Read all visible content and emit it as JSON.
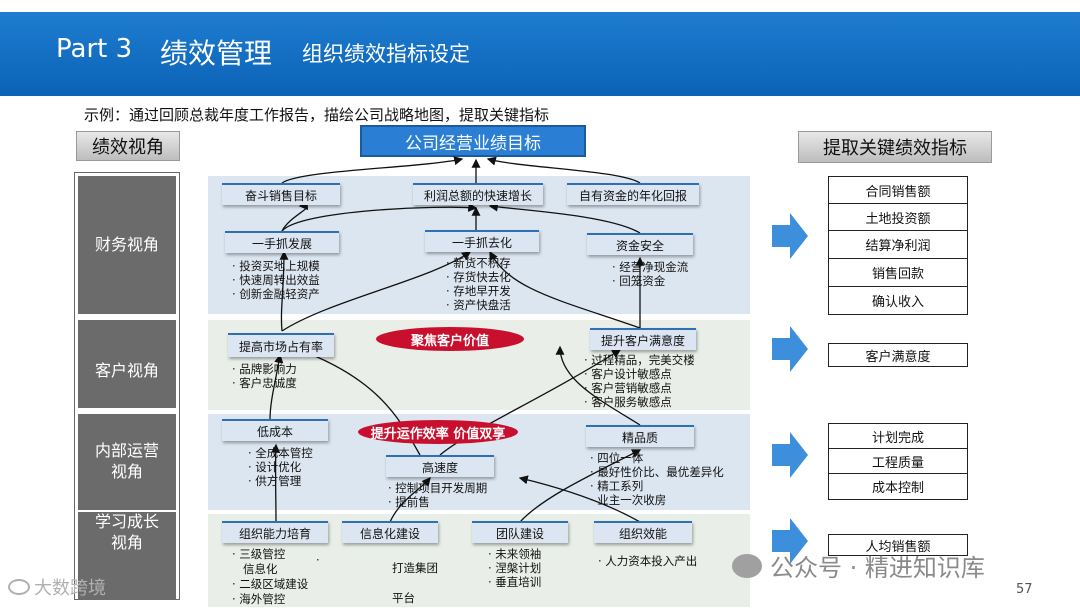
{
  "header": {
    "part": "Part 3",
    "section": "绩效管理",
    "subtitle": "组织绩效指标设定"
  },
  "intro": "示例：通过回顾总裁年度工作报告，描绘公司战略地图，提取关键指标",
  "labels": {
    "perspective": "绩效视角",
    "goal": "公司经营业绩目标",
    "kpi": "提取关键绩效指标"
  },
  "perspectives": [
    "财务视角",
    "客户视角",
    "内部运营\n视角",
    "学习成长\n视角"
  ],
  "finance": {
    "top": [
      "奋斗销售目标",
      "利润总额的快速增长",
      "自有资金的年化回报"
    ],
    "mid": [
      "一手抓发展",
      "一手抓去化",
      "资金安全"
    ],
    "list1": [
      "·  投资买地上规模",
      "·  快速周转出效益",
      "·  创新金融轻资产"
    ],
    "list2": [
      "·  新货不积存",
      "·  存货快去化",
      "·  存地早开发",
      "·  资产快盘活"
    ],
    "list3": [
      "·  经营净现金流",
      "·  回笼资金"
    ]
  },
  "customer": {
    "box1": "提高市场占有率",
    "oval": "聚焦客户价值",
    "box2": "提升客户满意度",
    "list1": [
      "·  品牌影响力",
      "·  客户忠诚度"
    ],
    "list2": [
      "·  过程精品，完美交楼",
      "·  客户设计敏感点",
      "·  客户营销敏感点",
      "·  客户服务敏感点"
    ]
  },
  "internal": {
    "box1": "低成本",
    "oval": "提升运作效率 价值双享",
    "box2": "精品质",
    "box3": "高速度",
    "list1": [
      "·  全成本管控",
      "·  设计优化",
      "·  供方管理"
    ],
    "list3": [
      "·  控制项目开发周期",
      "·  提前售"
    ],
    "list2": [
      "·  四位一体",
      "·  最好性价比、最优差异化",
      "·  精工系列",
      "·  业主一次收房"
    ]
  },
  "learning": {
    "boxes": [
      "组织能力培育",
      "信息化建设",
      "团队建设",
      "组织效能"
    ],
    "list1": [
      "·  三级管控",
      "   信息化",
      "·  二级区域建设",
      "·  海外管控"
    ],
    "dot": "·",
    "list2": [
      "打造集团",
      "平台"
    ],
    "list3": [
      "·  未来领袖",
      "·  涅槃计划",
      "·  垂直培训"
    ],
    "list4": [
      "·  人力资本投入产出"
    ]
  },
  "kpis": {
    "finance": [
      "合同销售额",
      "土地投资额",
      "结算净利润",
      "销售回款",
      "确认收入"
    ],
    "customer": [
      "客户满意度"
    ],
    "internal": [
      "计划完成",
      "工程质量",
      "成本控制"
    ],
    "learning": [
      "人均销售额"
    ]
  },
  "watermark": {
    "left": "大数跨境",
    "right": "公众号 · 精进知识库"
  },
  "page_number": "57",
  "colors": {
    "header": "#0b62b6",
    "band_light": "#dce6f1",
    "band_green": "#e9eee8",
    "oval": "#c8102e",
    "arrow": "#3d8fdc"
  }
}
